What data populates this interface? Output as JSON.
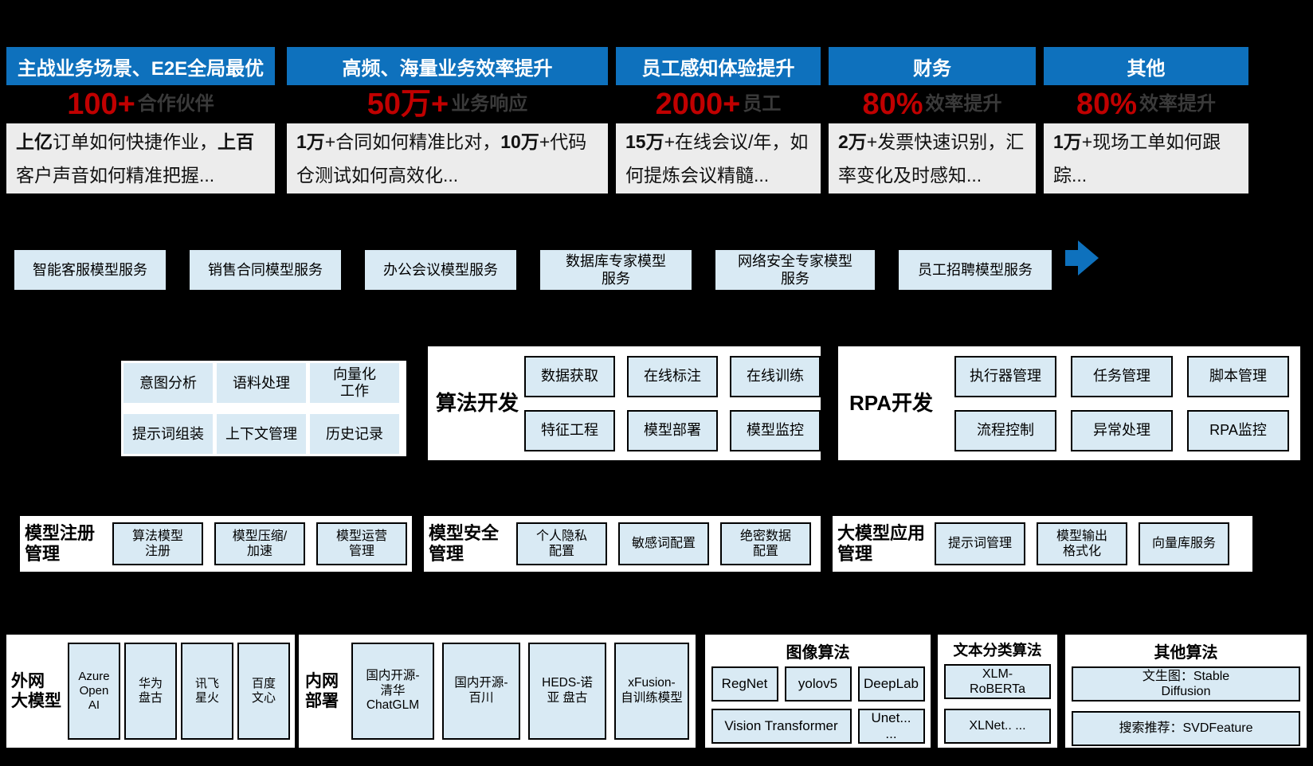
{
  "colors": {
    "background": "#000000",
    "header_blue": "#0E71BD",
    "stat_red": "#C00000",
    "stat_label_gray": "#3A3A3A",
    "box_light_blue": "#D9EAF4",
    "desc_gray": "#ECECEC",
    "panel_white": "#FFFFFF"
  },
  "scenarios": [
    {
      "title": "主战业务场景、E2E全局最优",
      "stat_value": "100+",
      "stat_label": "合作伙伴",
      "desc": [
        {
          "t": "上亿",
          "b": true
        },
        {
          "t": "订单如何快捷作业，",
          "b": false
        },
        {
          "t": "上百",
          "b": true
        },
        {
          "t": "客户声音如何精准把握...",
          "b": false
        }
      ]
    },
    {
      "title": "高频、海量业务效率提升",
      "stat_value": "50万+",
      "stat_label": "业务响应",
      "desc": [
        {
          "t": "1万",
          "b": true
        },
        {
          "t": "+合同如何精准比对，",
          "b": false
        },
        {
          "t": "10万",
          "b": true
        },
        {
          "t": "+代码仓测试如何高效化...",
          "b": false
        }
      ]
    },
    {
      "title": "员工感知体验提升",
      "stat_value": "2000+",
      "stat_label": "员工",
      "desc": [
        {
          "t": "15万",
          "b": true
        },
        {
          "t": "+在线会议/年，如何提炼会议精髓...",
          "b": false
        }
      ]
    },
    {
      "title": "财务",
      "stat_value": "80%",
      "stat_label": "效率提升",
      "desc": [
        {
          "t": "2万",
          "b": true
        },
        {
          "t": "+发票快速识别，汇率变化及时感知...",
          "b": false
        }
      ]
    },
    {
      "title": "其他",
      "stat_value": "80%",
      "stat_label": "效率提升",
      "desc": [
        {
          "t": "1万",
          "b": true
        },
        {
          "t": "+现场工单如何跟踪...",
          "b": false
        }
      ]
    }
  ],
  "services": {
    "items": [
      "智能客服模型服务",
      "销售合同模型服务",
      "办公会议模型服务",
      "数据库专家模型\n服务",
      "网络安全专家模型\n服务",
      "员工招聘模型服务"
    ],
    "arrow_icon": "right-arrow"
  },
  "prompt_group": {
    "items": [
      "意图分析",
      "语料处理",
      "向量化\n工作",
      "提示词组装",
      "上下文管理",
      "历史记录"
    ]
  },
  "algo_dev": {
    "title": "算法开发",
    "items": [
      "数据获取",
      "在线标注",
      "在线训练",
      "特征工程",
      "模型部署",
      "模型监控"
    ]
  },
  "rpa_dev": {
    "title": "RPA开发",
    "items": [
      "执行器管理",
      "任务管理",
      "脚本管理",
      "流程控制",
      "异常处理",
      "RPA监控"
    ]
  },
  "model_registry": {
    "title": "模型注册\n管理",
    "items": [
      "算法模型\n注册",
      "模型压缩/\n加速",
      "模型运营\n管理"
    ]
  },
  "model_security": {
    "title": "模型安全\n管理",
    "items": [
      "个人隐私\n配置",
      "敏感词配置",
      "绝密数据\n配置"
    ]
  },
  "llm_app_mgmt": {
    "title": "大模型应用\n管理",
    "items": [
      "提示词管理",
      "模型输出\n格式化",
      "向量库服务"
    ]
  },
  "external_llms": {
    "title": "外网\n大模型",
    "items": [
      "Azure\nOpen\nAI",
      "华为\n盘古",
      "讯飞\n星火",
      "百度\n文心"
    ]
  },
  "internal_llms": {
    "title": "内网\n部署",
    "items": [
      "国内开源-\n清华\nChatGLM",
      "国内开源-\n百川",
      "HEDS-诺\n亚 盘古",
      "xFusion-\n自训练模型"
    ]
  },
  "image_algorithms": {
    "title": "图像算法",
    "row1": [
      "RegNet",
      "yolov5",
      "DeepLab"
    ],
    "row2": [
      "Vision Transformer",
      "Unet...\n..."
    ]
  },
  "text_algorithms": {
    "title": "文本分类算法",
    "items": [
      "XLM-\nRoBERTa",
      "XLNet.. ..."
    ]
  },
  "other_algorithms": {
    "title": "其他算法",
    "items": [
      "文生图：Stable\nDiffusion",
      "搜索推荐：SVDFeature"
    ]
  }
}
